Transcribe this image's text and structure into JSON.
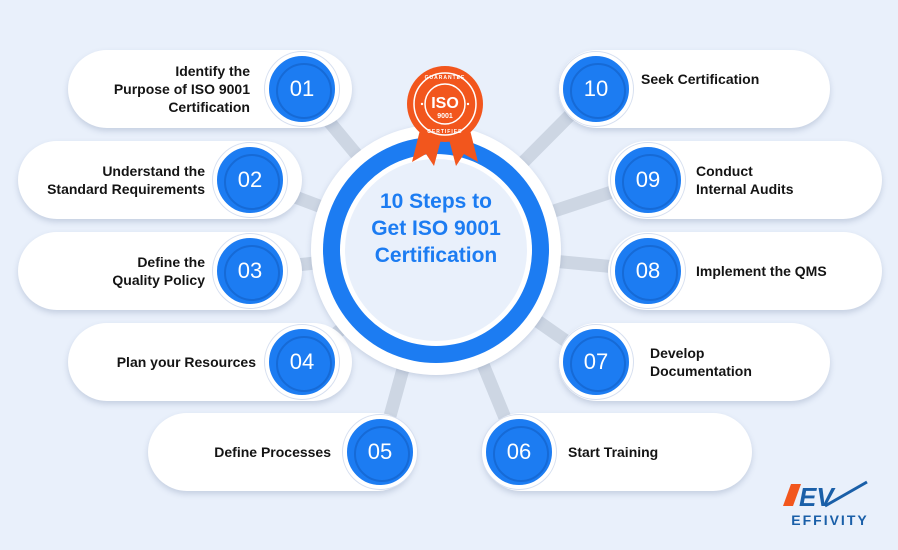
{
  "title": {
    "lines": [
      "10 Steps to",
      "Get ISO 9001",
      "Certification"
    ]
  },
  "badge": {
    "top_text": "GUARANTEE",
    "main": "ISO",
    "sub": "9001",
    "bottom_text": "CERTIFIED",
    "color": "#f2561d"
  },
  "colors": {
    "accent": "#1c7cf2",
    "background": "#e9f0fb",
    "spoke": "#cdd6e3"
  },
  "steps": [
    {
      "num": "01",
      "lines": [
        "Identify the",
        "Purpose of ISO 9001",
        "Certification"
      ]
    },
    {
      "num": "02",
      "lines": [
        "Understand the",
        "Standard Requirements"
      ]
    },
    {
      "num": "03",
      "lines": [
        "Define the",
        "Quality Policy"
      ]
    },
    {
      "num": "04",
      "lines": [
        "Plan your Resources"
      ]
    },
    {
      "num": "05",
      "lines": [
        "Define Processes"
      ]
    },
    {
      "num": "06",
      "lines": [
        "Start Training"
      ]
    },
    {
      "num": "07",
      "lines": [
        "Develop",
        "Documentation"
      ]
    },
    {
      "num": "08",
      "lines": [
        "Implement the QMS"
      ]
    },
    {
      "num": "09",
      "lines": [
        "Conduct",
        "Internal Audits"
      ]
    },
    {
      "num": "10",
      "lines": [
        "Seek Certification"
      ]
    }
  ],
  "logo": {
    "mark": "EV",
    "word": "EFFIVITY"
  }
}
